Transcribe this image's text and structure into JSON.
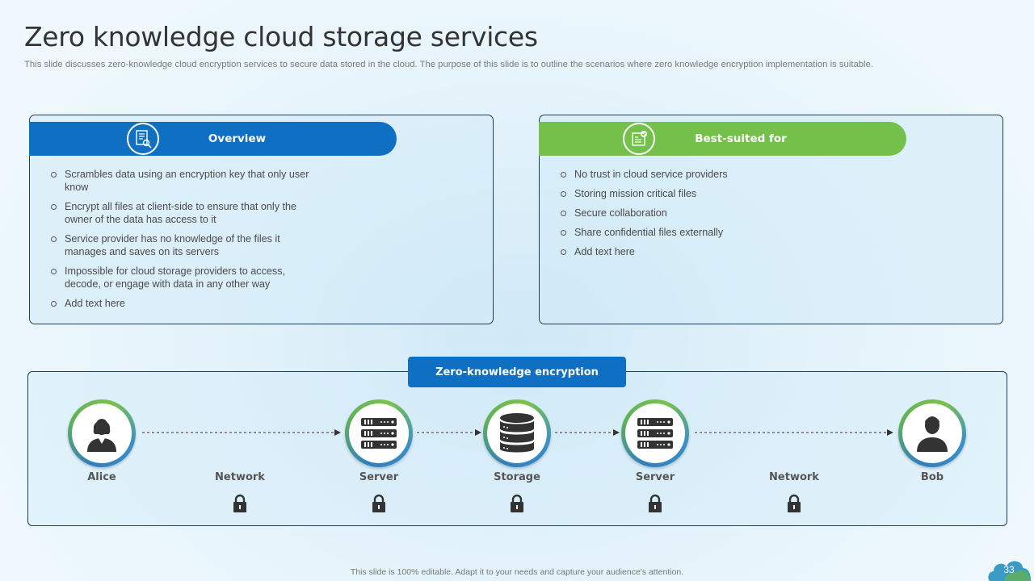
{
  "title": "Zero knowledge cloud storage services",
  "subtitle": "This slide discusses zero-knowledge cloud encryption services to secure data stored in the cloud. The purpose of this slide is to outline the scenarios where zero knowledge encryption implementation is suitable.",
  "overview": {
    "label": "Overview",
    "icon": "document-search-icon",
    "color": "#0f6fc3",
    "items": [
      "Scrambles data using an encryption key that only user know",
      "Encrypt all files at client-side to ensure that only the owner of the data has access to it",
      "Service provider has no knowledge of the files it manages and saves on its servers",
      "Impossible for cloud storage providers to access, decode, or engage with data in any other way",
      "Add text here"
    ]
  },
  "best_suited": {
    "label": "Best-suited for",
    "icon": "checklist-icon",
    "color": "#73c14b",
    "items": [
      "No trust in cloud service providers",
      "Storing mission critical files",
      "Secure collaboration",
      "Share confidential files externally",
      "Add text here"
    ]
  },
  "flow": {
    "header": "Zero-knowledge encryption",
    "nodes": [
      {
        "label": "Alice",
        "icon": "woman-user-icon"
      },
      {
        "label": "Server",
        "icon": "server-icon"
      },
      {
        "label": "Storage",
        "icon": "database-icon"
      },
      {
        "label": "Server",
        "icon": "server-icon"
      },
      {
        "label": "Bob",
        "icon": "man-user-icon"
      }
    ],
    "network_labels": [
      "Network",
      "Network"
    ]
  },
  "footer": "This slide is 100% editable. Adapt it to your needs and capture your audience's attention.",
  "page_number": "33"
}
